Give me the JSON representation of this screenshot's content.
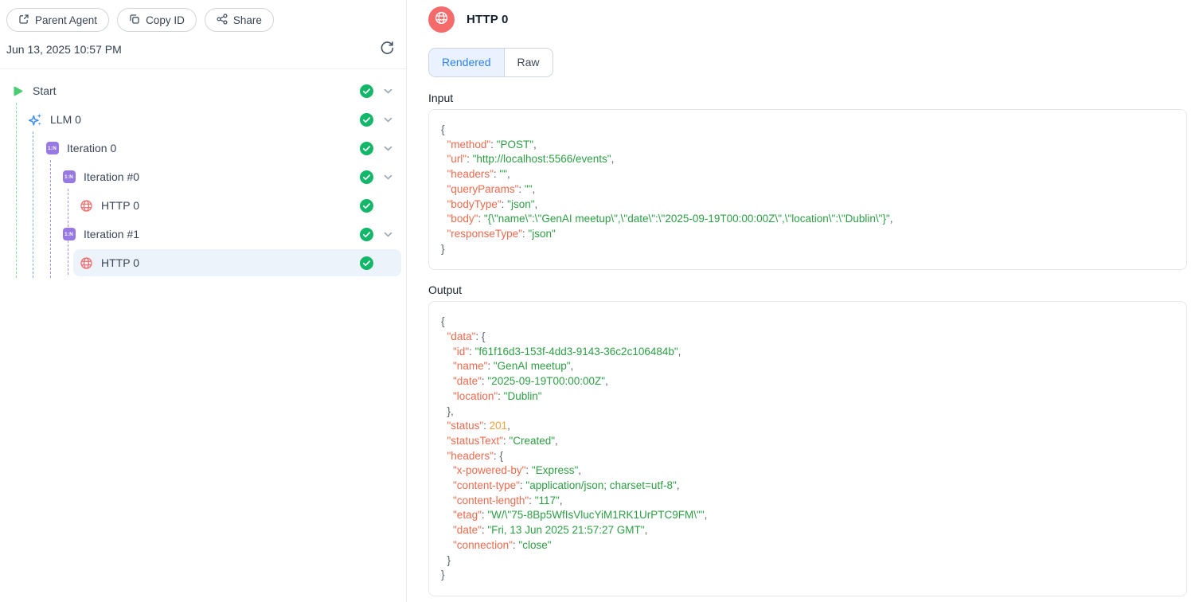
{
  "toolbar": {
    "parent_agent_label": "Parent Agent",
    "copy_id_label": "Copy ID",
    "share_label": "Share"
  },
  "timestamp": "Jun 13, 2025 10:57 PM",
  "tree": {
    "iteration_badge": "1:N",
    "items": [
      {
        "label": "Start",
        "icon": "play-icon",
        "depth": 0,
        "status": "success",
        "expandable": true,
        "selected": false
      },
      {
        "label": "LLM 0",
        "icon": "sparkle-icon",
        "depth": 1,
        "status": "success",
        "expandable": true,
        "selected": false
      },
      {
        "label": "Iteration 0",
        "icon": "iteration-icon",
        "depth": 2,
        "status": "success",
        "expandable": true,
        "selected": false
      },
      {
        "label": "Iteration #0",
        "icon": "iteration-icon",
        "depth": 3,
        "status": "success",
        "expandable": true,
        "selected": false
      },
      {
        "label": "HTTP 0",
        "icon": "globe-icon",
        "depth": 4,
        "status": "success",
        "expandable": false,
        "selected": false
      },
      {
        "label": "Iteration #1",
        "icon": "iteration-icon",
        "depth": 3,
        "status": "success",
        "expandable": true,
        "selected": false
      },
      {
        "label": "HTTP 0",
        "icon": "globe-icon",
        "depth": 4,
        "status": "success",
        "expandable": false,
        "selected": true
      }
    ]
  },
  "detail": {
    "title": "HTTP 0",
    "icon": "globe-icon",
    "tabs": [
      {
        "label": "Rendered",
        "active": true
      },
      {
        "label": "Raw",
        "active": false
      }
    ],
    "input_label": "Input",
    "output_label": "Output",
    "input_json": {
      "lines": [
        [
          [
            "p",
            "{"
          ]
        ],
        [
          [
            "p",
            "  "
          ],
          [
            "k",
            "\"method\""
          ],
          [
            "p",
            ": "
          ],
          [
            "s",
            "\"POST\""
          ],
          [
            "p",
            ","
          ]
        ],
        [
          [
            "p",
            "  "
          ],
          [
            "k",
            "\"url\""
          ],
          [
            "p",
            ": "
          ],
          [
            "s",
            "\"http://localhost:5566/events\""
          ],
          [
            "p",
            ","
          ]
        ],
        [
          [
            "p",
            "  "
          ],
          [
            "k",
            "\"headers\""
          ],
          [
            "p",
            ": "
          ],
          [
            "s",
            "\"\""
          ],
          [
            "p",
            ","
          ]
        ],
        [
          [
            "p",
            "  "
          ],
          [
            "k",
            "\"queryParams\""
          ],
          [
            "p",
            ": "
          ],
          [
            "s",
            "\"\""
          ],
          [
            "p",
            ","
          ]
        ],
        [
          [
            "p",
            "  "
          ],
          [
            "k",
            "\"bodyType\""
          ],
          [
            "p",
            ": "
          ],
          [
            "s",
            "\"json\""
          ],
          [
            "p",
            ","
          ]
        ],
        [
          [
            "p",
            "  "
          ],
          [
            "k",
            "\"body\""
          ],
          [
            "p",
            ": "
          ],
          [
            "s",
            "\"{\\\"name\\\":\\\"GenAI meetup\\\",\\\"date\\\":\\\"2025-09-19T00:00:00Z\\\",\\\"location\\\":\\\"Dublin\\\"}\""
          ],
          [
            "p",
            ","
          ]
        ],
        [
          [
            "p",
            "  "
          ],
          [
            "k",
            "\"responseType\""
          ],
          [
            "p",
            ": "
          ],
          [
            "s",
            "\"json\""
          ]
        ],
        [
          [
            "p",
            "}"
          ]
        ]
      ]
    },
    "output_json": {
      "lines": [
        [
          [
            "p",
            "{"
          ]
        ],
        [
          [
            "p",
            "  "
          ],
          [
            "k",
            "\"data\""
          ],
          [
            "p",
            ": {"
          ]
        ],
        [
          [
            "p",
            "    "
          ],
          [
            "k",
            "\"id\""
          ],
          [
            "p",
            ": "
          ],
          [
            "s",
            "\"f61f16d3-153f-4dd3-9143-36c2c106484b\""
          ],
          [
            "p",
            ","
          ]
        ],
        [
          [
            "p",
            "    "
          ],
          [
            "k",
            "\"name\""
          ],
          [
            "p",
            ": "
          ],
          [
            "s",
            "\"GenAI meetup\""
          ],
          [
            "p",
            ","
          ]
        ],
        [
          [
            "p",
            "    "
          ],
          [
            "k",
            "\"date\""
          ],
          [
            "p",
            ": "
          ],
          [
            "s",
            "\"2025-09-19T00:00:00Z\""
          ],
          [
            "p",
            ","
          ]
        ],
        [
          [
            "p",
            "    "
          ],
          [
            "k",
            "\"location\""
          ],
          [
            "p",
            ": "
          ],
          [
            "s",
            "\"Dublin\""
          ]
        ],
        [
          [
            "p",
            "  },"
          ]
        ],
        [
          [
            "p",
            "  "
          ],
          [
            "k",
            "\"status\""
          ],
          [
            "p",
            ": "
          ],
          [
            "n",
            "201"
          ],
          [
            "p",
            ","
          ]
        ],
        [
          [
            "p",
            "  "
          ],
          [
            "k",
            "\"statusText\""
          ],
          [
            "p",
            ": "
          ],
          [
            "s",
            "\"Created\""
          ],
          [
            "p",
            ","
          ]
        ],
        [
          [
            "p",
            "  "
          ],
          [
            "k",
            "\"headers\""
          ],
          [
            "p",
            ": {"
          ]
        ],
        [
          [
            "p",
            "    "
          ],
          [
            "k",
            "\"x-powered-by\""
          ],
          [
            "p",
            ": "
          ],
          [
            "s",
            "\"Express\""
          ],
          [
            "p",
            ","
          ]
        ],
        [
          [
            "p",
            "    "
          ],
          [
            "k",
            "\"content-type\""
          ],
          [
            "p",
            ": "
          ],
          [
            "s",
            "\"application/json; charset=utf-8\""
          ],
          [
            "p",
            ","
          ]
        ],
        [
          [
            "p",
            "    "
          ],
          [
            "k",
            "\"content-length\""
          ],
          [
            "p",
            ": "
          ],
          [
            "s",
            "\"117\""
          ],
          [
            "p",
            ","
          ]
        ],
        [
          [
            "p",
            "    "
          ],
          [
            "k",
            "\"etag\""
          ],
          [
            "p",
            ": "
          ],
          [
            "s",
            "\"W/\\\"75-8Bp5WfIsVlucYiM1RK1UrPTC9FM\\\"\""
          ],
          [
            "p",
            ","
          ]
        ],
        [
          [
            "p",
            "    "
          ],
          [
            "k",
            "\"date\""
          ],
          [
            "p",
            ": "
          ],
          [
            "s",
            "\"Fri, 13 Jun 2025 21:57:27 GMT\""
          ],
          [
            "p",
            ","
          ]
        ],
        [
          [
            "p",
            "    "
          ],
          [
            "k",
            "\"connection\""
          ],
          [
            "p",
            ": "
          ],
          [
            "s",
            "\"close\""
          ]
        ],
        [
          [
            "p",
            "  }"
          ]
        ],
        [
          [
            "p",
            "}"
          ]
        ]
      ]
    }
  },
  "colors": {
    "accent-blue": "#2f80ed",
    "tab-active-bg": "#e9f2fe",
    "selected-row": "#edf3fa",
    "success-green": "#12b76a",
    "start-green": "#4ccc71",
    "llm-blue": "#3d8df5",
    "iteration-purple": "#9878e2",
    "http-red": "#f26d6d",
    "http-avatar": "#f56b6b",
    "guide-green": "#86d996",
    "guide-blue": "#74aef6",
    "guide-purple": "#ab8ff0",
    "json-key": "#ec6a4d",
    "json-string": "#2d9e44",
    "json-number": "#f0a03c",
    "json-punct": "#59626f"
  }
}
